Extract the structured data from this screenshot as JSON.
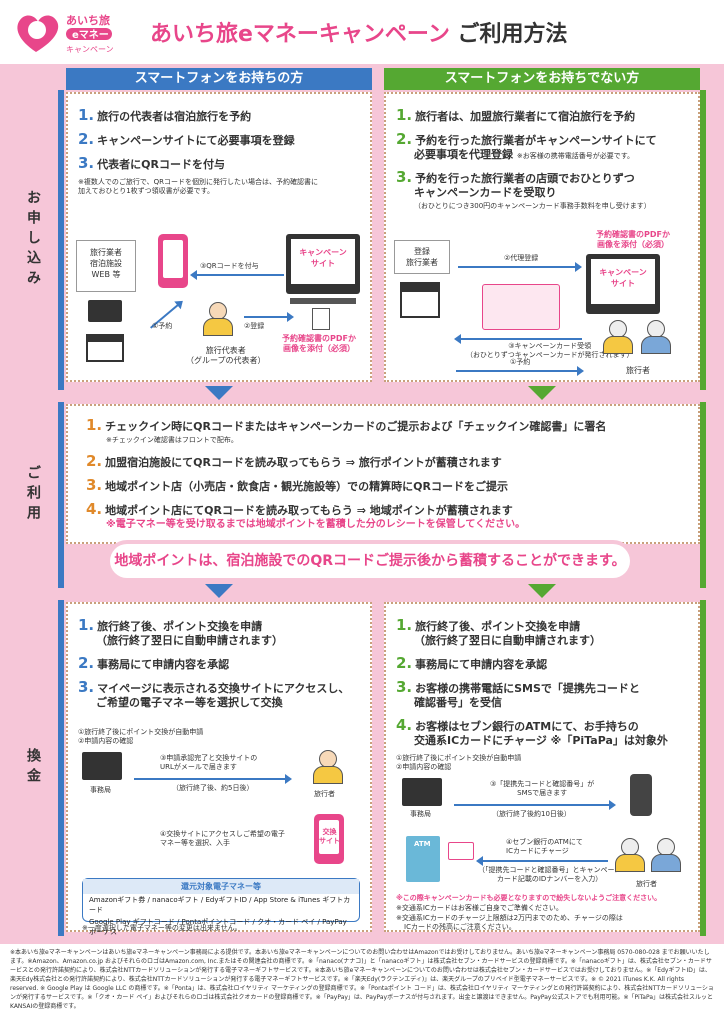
{
  "header": {
    "logo_line1": "あいち旅",
    "logo_line2": "eマネー",
    "logo_line3": "キャンペーン",
    "title_main": "あいち旅eマネーキャンペーン",
    "title_sub": "ご利用方法"
  },
  "columns": {
    "left": "スマートフォンをお持ちの方",
    "right": "スマートフォンをお持ちでない方"
  },
  "sections": {
    "apply": "お申し込み",
    "use": "ご利用",
    "exchange": "換金"
  },
  "apply_left": {
    "steps": [
      {
        "n": "1.",
        "text": "旅行の代表者は宿泊旅行を予約"
      },
      {
        "n": "2.",
        "text": "キャンペーンサイトにて必要事項を登録"
      },
      {
        "n": "3.",
        "text": "代表者にQRコードを付与"
      }
    ],
    "note": "※複数人でのご旅行で、QRコードを個別に発行したい場合は、予約確認書に\n加えておひとり1枚ずつ領収書が必要です。",
    "lodging": "旅行業者\n宿泊施設\nWEB 等",
    "qr_label": "③QRコードを付与",
    "site": "キャンペーン\nサイト",
    "reserve": "①予約",
    "register": "②登録",
    "rep": "旅行代表者\n（グループの代表者）",
    "pdf": "予約確認書のPDFか\n画像を添付（必須）"
  },
  "apply_right": {
    "steps": [
      {
        "n": "1.",
        "text": "旅行者は、加盟旅行業者にて宿泊旅行を予約"
      },
      {
        "n": "2.",
        "text": "予約を行った旅行業者がキャンペーンサイトにて",
        "text2": "必要事項を代理登録",
        "note": "※お客様の携帯電話番号が必要です。"
      },
      {
        "n": "3.",
        "text": "予約を行った旅行業者の店頭でおひとりずつ",
        "text2": "キャンペーンカードを受取り",
        "note": "（おひとりにつき300円のキャンペーンカード事務手数料を申し受けます）"
      }
    ],
    "agent": "登録\n旅行業者",
    "proxy": "②代理登録",
    "pdf": "予約確認書のPDFか\n画像を添付（必須）",
    "site": "キャンペーン\nサイト",
    "card": "③キャンペーンカード受領\n（おひとりずつキャンペーンカードが発行されます）",
    "reserve": "①予約",
    "traveler": "旅行者"
  },
  "use": {
    "steps": [
      {
        "n": "1.",
        "text": "チェックイン時にQRコードまたはキャンペーンカードのご提示および「チェックイン確認書」に署名",
        "note": "※チェックイン確認書はフロントで配布。"
      },
      {
        "n": "2.",
        "text": "加盟宿泊施設にてQRコードを読み取ってもらう ⇒ 旅行ポイントが蓄積されます"
      },
      {
        "n": "3.",
        "text": "地域ポイント店（小売店・飲食店・観光施設等）での精算時にQRコードをご提示"
      },
      {
        "n": "4.",
        "text": "地域ポイント店にてQRコードを読み取ってもらう ⇒ 地域ポイントが蓄積されます",
        "note": "※電子マネー等を受け取るまでは地域ポイントを蓄積した分のレシートを保管してください。"
      }
    ],
    "banner": "地域ポイントは、宿泊施設でのQRコードご提示後から蓄積することができます。"
  },
  "exchange_left": {
    "steps": [
      {
        "n": "1.",
        "text": "旅行終了後、ポイント交換を申請",
        "text2": "（旅行終了翌日に自動申請されます）"
      },
      {
        "n": "2.",
        "text": "事務局にて申請内容を承認"
      },
      {
        "n": "3.",
        "text": "マイページに表示される交換サイトにアクセスし、",
        "text2": "ご希望の電子マネー等を選択して交換"
      }
    ],
    "flow1": "①旅行終了後にポイント交換が自動申請\n②申請内容の確認",
    "flow2": "③申請承認完了と交換サイトの\nURLがメールで届きます",
    "days": "（旅行終了後、約5日後）",
    "office": "事務局",
    "traveler": "旅行者",
    "flow4": "④交換サイトにアクセスしご希望の電子\nマネー等を選択、入手",
    "exsite": "交換\nサイト",
    "emoney_title": "還元対象電子マネー等",
    "emoney_lines": [
      "Amazonギフト券 / nanacoギフト / EdyギフトID / App Store & iTunes ギフトカード",
      "Google Play ギフトコード / Pontaポイントコード / クオ・カード ペイ / PayPay ボーナス"
    ],
    "emoney_note": "※一度選択した電子マネー等の変更は出来ません。"
  },
  "exchange_right": {
    "steps": [
      {
        "n": "1.",
        "text": "旅行終了後、ポイント交換を申請",
        "text2": "（旅行終了翌日に自動申請されます）"
      },
      {
        "n": "2.",
        "text": "事務局にて申請内容を承認"
      },
      {
        "n": "3.",
        "text": "お客様の携帯電話にSMSで「提携先コードと",
        "text2": "確認番号」を受信"
      },
      {
        "n": "4.",
        "text": "お客様はセブン銀行のATMにて、お手持ちの",
        "text2": "交通系ICカードにチャージ ※「PiTaPa」は対象外"
      }
    ],
    "flow1": "①旅行終了後にポイント交換が自動申請\n②申請内容の確認",
    "flow3": "③「提携先コードと確認番号」が\nSMSで届きます",
    "days": "（旅行終了後約10日後）",
    "office": "事務局",
    "flow4": "④セブン銀行のATMにて\nICカードにチャージ",
    "flow4b": "（「提携先コードと確認番号」とキャンペーン\nカード記載のIDナンバーを入力）",
    "atm": "ATM",
    "traveler": "旅行者",
    "warn": "※この際キャンペーンカードも必要となりますので紛失しないようご注意ください。",
    "note1": "※交通系ICカードはお客様ご自身でご準備ください。",
    "note2": "※交通系ICカードのチャージ上限額は2万円までのため、チャージの際は",
    "note3": "ICカードの残高にご注意ください。"
  },
  "footer": "※本あいち旅eマネーキャンペーンはあいち旅eマネーキャンペーン事務局による提供です。本あいち旅eマネーキャンペーンについてのお問い合わせはAmazonではお受けしておりません。あいち旅eマネーキャンペーン事務局 0570-080-028 までお願いいたします。※Amazon、Amazon.co.jp およびそれらのロゴはAmazon.com, Inc.またはその関連会社の商標です。※「nanaco(ナナコ)」と「nanacoギフト」は株式会社セブン・カードサービスの登録商標です。※「nanacoギフト」は、株式会社セブン・カードサービスとの発行許諾契約により、株式会社NTTカードソリューションが発行する電子マネーギフトサービスです。※本あいち旅eマネーキャンペーンについてのお問い合わせは株式会社セブン・カードサービスではお受けしておりません。※「EdyギフトID」は、楽天Edy株式会社との発行許諾契約により、株式会社NTTカードソリューションが発行する電子マネーギフトサービスです。※「楽天Edy(ラクテンエディ)」は、楽天グループのプリペイド型電子マネーサービスです。※ © 2021 iTunes K.K. All rights reserved. ※ Google Play は Google LLC の商標です。※「Ponta」は、株式会社ロイヤリティ マーケティングの登録商標です。※「Pontaポイント コード」は、株式会社ロイヤリティ マーケティングとの発行許諾契約により、株式会社NTTカードソリューションが発行するサービスです。※「クオ・カード ペイ」およびそれらのロゴは株式会社クオカードの登録商標です。※「PayPay」は、PayPayボーナスが付与されます。出金と譲渡はできません。PayPay公式ストアでも利用可能。※「PiTaPa」は株式会社スルッとKANSAIの登録商標です。",
  "colors": {
    "pink": "#e8468a",
    "blue": "#3b79c3",
    "green": "#55a832",
    "orange": "#e0892a",
    "bg": "#f6c6d8"
  }
}
